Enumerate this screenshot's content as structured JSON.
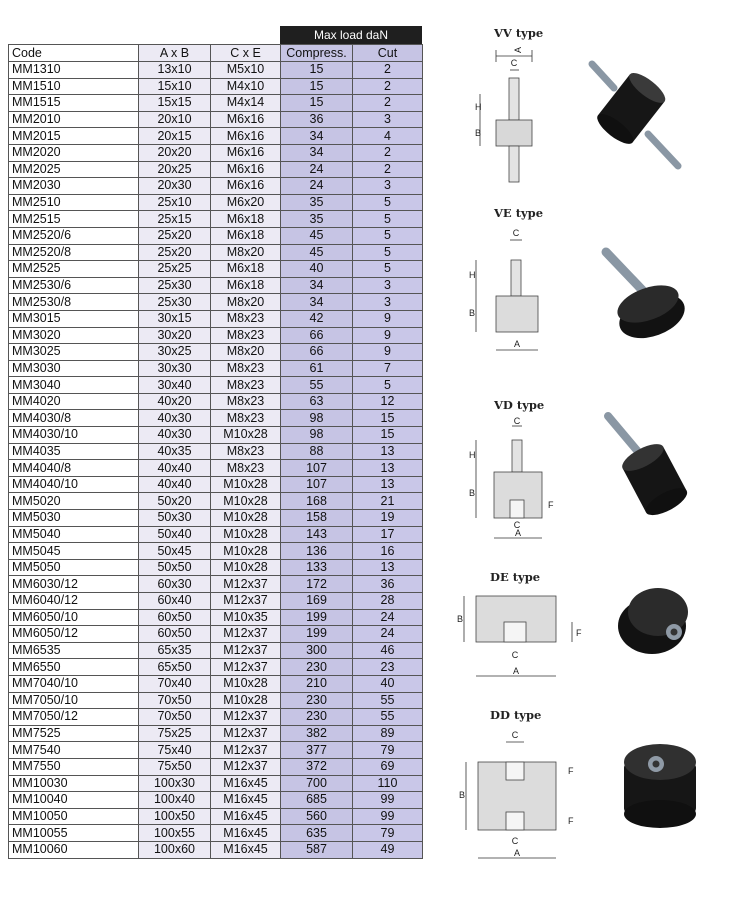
{
  "table": {
    "max_load_label": "Max load daN",
    "headers": {
      "code": "Code",
      "ab": "A x B",
      "ce": "C x E",
      "compress": "Compress.",
      "cut": "Cut"
    },
    "rows": [
      [
        "MM1310",
        "13x10",
        "M5x10",
        "15",
        "2"
      ],
      [
        "MM1510",
        "15x10",
        "M4x10",
        "15",
        "2"
      ],
      [
        "MM1515",
        "15x15",
        "M4x14",
        "15",
        "2"
      ],
      [
        "MM2010",
        "20x10",
        "M6x16",
        "36",
        "3"
      ],
      [
        "MM2015",
        "20x15",
        "M6x16",
        "34",
        "4"
      ],
      [
        "MM2020",
        "20x20",
        "M6x16",
        "34",
        "2"
      ],
      [
        "MM2025",
        "20x25",
        "M6x16",
        "24",
        "2"
      ],
      [
        "MM2030",
        "20x30",
        "M6x16",
        "24",
        "3"
      ],
      [
        "MM2510",
        "25x10",
        "M6x20",
        "35",
        "5"
      ],
      [
        "MM2515",
        "25x15",
        "M6x18",
        "35",
        "5"
      ],
      [
        "MM2520/6",
        "25x20",
        "M6x18",
        "45",
        "5"
      ],
      [
        "MM2520/8",
        "25x20",
        "M8x20",
        "45",
        "5"
      ],
      [
        "MM2525",
        "25x25",
        "M6x18",
        "40",
        "5"
      ],
      [
        "MM2530/6",
        "25x30",
        "M6x18",
        "34",
        "3"
      ],
      [
        "MM2530/8",
        "25x30",
        "M8x20",
        "34",
        "3"
      ],
      [
        "MM3015",
        "30x15",
        "M8x23",
        "42",
        "9"
      ],
      [
        "MM3020",
        "30x20",
        "M8x23",
        "66",
        "9"
      ],
      [
        "MM3025",
        "30x25",
        "M8x20",
        "66",
        "9"
      ],
      [
        "MM3030",
        "30x30",
        "M8x23",
        "61",
        "7"
      ],
      [
        "MM3040",
        "30x40",
        "M8x23",
        "55",
        "5"
      ],
      [
        "MM4020",
        "40x20",
        "M8x23",
        "63",
        "12"
      ],
      [
        "MM4030/8",
        "40x30",
        "M8x23",
        "98",
        "15"
      ],
      [
        "MM4030/10",
        "40x30",
        "M10x28",
        "98",
        "15"
      ],
      [
        "MM4035",
        "40x35",
        "M8x23",
        "88",
        "13"
      ],
      [
        "MM4040/8",
        "40x40",
        "M8x23",
        "107",
        "13"
      ],
      [
        "MM4040/10",
        "40x40",
        "M10x28",
        "107",
        "13"
      ],
      [
        "MM5020",
        "50x20",
        "M10x28",
        "168",
        "21"
      ],
      [
        "MM5030",
        "50x30",
        "M10x28",
        "158",
        "19"
      ],
      [
        "MM5040",
        "50x40",
        "M10x28",
        "143",
        "17"
      ],
      [
        "MM5045",
        "50x45",
        "M10x28",
        "136",
        "16"
      ],
      [
        "MM5050",
        "50x50",
        "M10x28",
        "133",
        "13"
      ],
      [
        "MM6030/12",
        "60x30",
        "M12x37",
        "172",
        "36"
      ],
      [
        "MM6040/12",
        "60x40",
        "M12x37",
        "169",
        "28"
      ],
      [
        "MM6050/10",
        "60x50",
        "M10x35",
        "199",
        "24"
      ],
      [
        "MM6050/12",
        "60x50",
        "M12x37",
        "199",
        "24"
      ],
      [
        "MM6535",
        "65x35",
        "M12x37",
        "300",
        "46"
      ],
      [
        "MM6550",
        "65x50",
        "M12x37",
        "230",
        "23"
      ],
      [
        "MM7040/10",
        "70x40",
        "M10x28",
        "210",
        "40"
      ],
      [
        "MM7050/10",
        "70x50",
        "M10x28",
        "230",
        "55"
      ],
      [
        "MM7050/12",
        "70x50",
        "M12x37",
        "230",
        "55"
      ],
      [
        "MM7525",
        "75x25",
        "M12x37",
        "382",
        "89"
      ],
      [
        "MM7540",
        "75x40",
        "M12x37",
        "377",
        "79"
      ],
      [
        "MM7550",
        "75x50",
        "M12x37",
        "372",
        "69"
      ],
      [
        "MM10030",
        "100x30",
        "M16x45",
        "700",
        "110"
      ],
      [
        "MM10040",
        "100x40",
        "M16x45",
        "685",
        "99"
      ],
      [
        "MM10050",
        "100x50",
        "M16x45",
        "560",
        "99"
      ],
      [
        "MM10055",
        "100x55",
        "M16x45",
        "635",
        "79"
      ],
      [
        "MM10060",
        "100x60",
        "M16x45",
        "587",
        "49"
      ]
    ]
  },
  "types": {
    "vv": {
      "title": "VV type"
    },
    "ve": {
      "title": "VE type"
    },
    "vd": {
      "title": "VD type"
    },
    "de": {
      "title": "DE type"
    },
    "dd": {
      "title": "DD type"
    }
  },
  "dim_labels": {
    "a": "A",
    "b": "B",
    "c": "C",
    "h": "H",
    "f": "F"
  },
  "colors": {
    "max_load_header": "#1f1f1f",
    "col_light": "#eceaf4",
    "col_dark": "#c6c4e4",
    "rubber": "#151515",
    "metal": "#9aa6b2"
  }
}
